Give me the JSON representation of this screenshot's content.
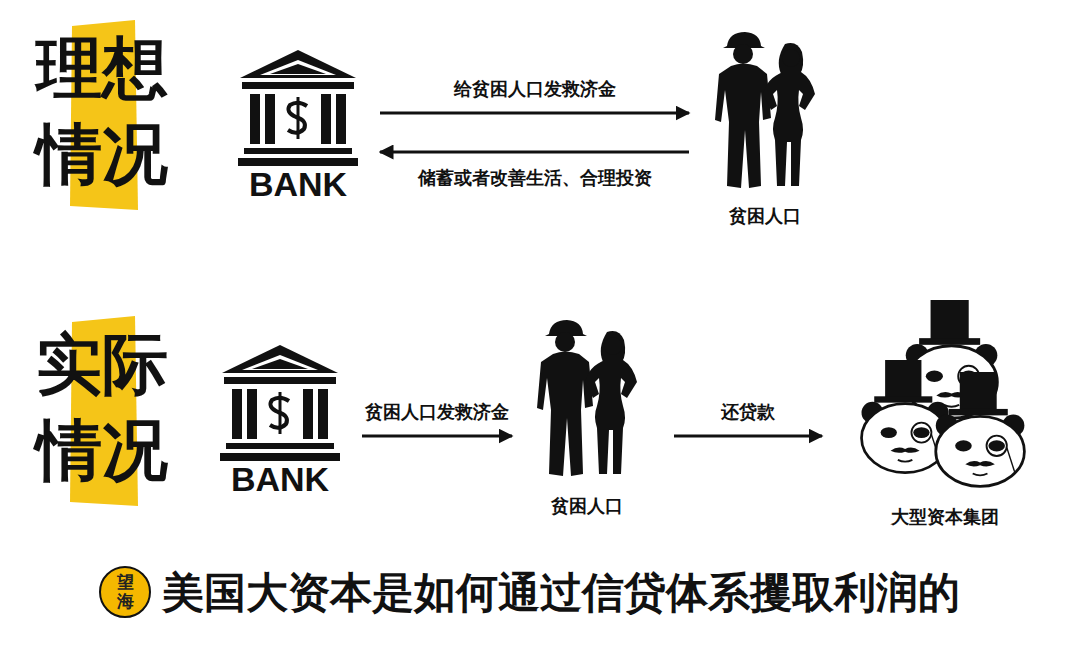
{
  "diagram": {
    "title": "美国大资本是如何通过信贷体系攫取利润的",
    "nodes": [
      {
        "text": [
          "BANK"
        ]
      },
      {
        "text": [
          "贫困人口"
        ]
      },
      {
        "text": [
          "BANK"
        ]
      },
      {
        "text": [
          "贫困人口"
        ]
      },
      {
        "text": [
          "大型资本集团"
        ]
      }
    ],
    "edges": [
      {
        "from": 0,
        "to": 1,
        "label": "给贫困人口发救济金",
        "arrow": "to"
      },
      {
        "from": 1,
        "to": 0,
        "label": "储蓄或者改善生活、合理投资",
        "arrow": "to"
      },
      {
        "from": 2,
        "to": 3,
        "label": "贫困人口发救济金",
        "arrow": "to"
      },
      {
        "from": 3,
        "to": 4,
        "label": "还贷款",
        "arrow": "to"
      }
    ],
    "labels": [
      "理想情况",
      "实际情况",
      "望海"
    ]
  }
}
